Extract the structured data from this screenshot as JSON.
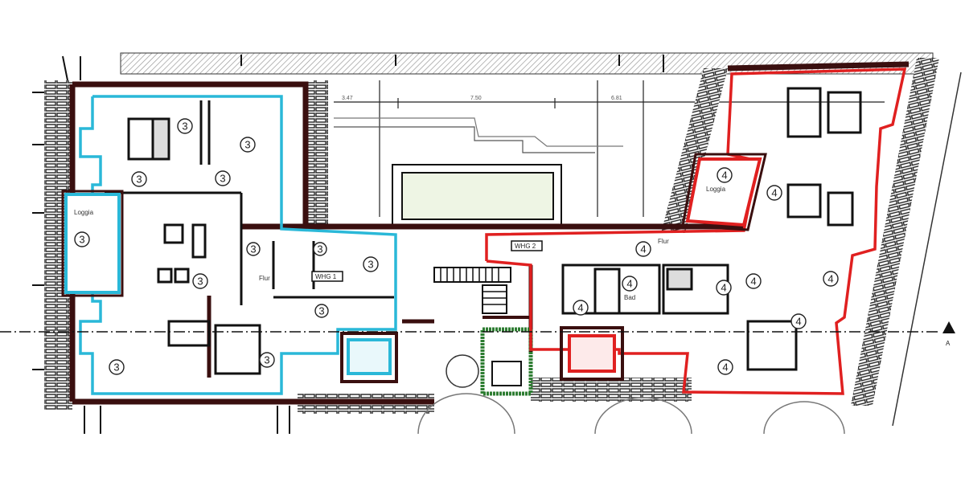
{
  "plan": {
    "units": {
      "whg1": "WHG 1",
      "whg2": "WHG 2"
    },
    "unit_colors": {
      "whg1": "#2ab8d8",
      "whg2": "#e02020",
      "core": "#2e7d32",
      "wall": "#3a0f0f",
      "courtyard": "#eef5e4"
    },
    "markers": {
      "whg1": "3",
      "whg2": "4"
    },
    "rooms": {
      "loggia_left": "Loggia",
      "loggia_right": "Loggia",
      "flur_1": "Flur",
      "flur_2": "Flur",
      "bad_2": "Bad"
    },
    "dimensions": {
      "d1": "3.47",
      "d2": "7.50",
      "d3": "6.81"
    },
    "section_marker": "A"
  }
}
